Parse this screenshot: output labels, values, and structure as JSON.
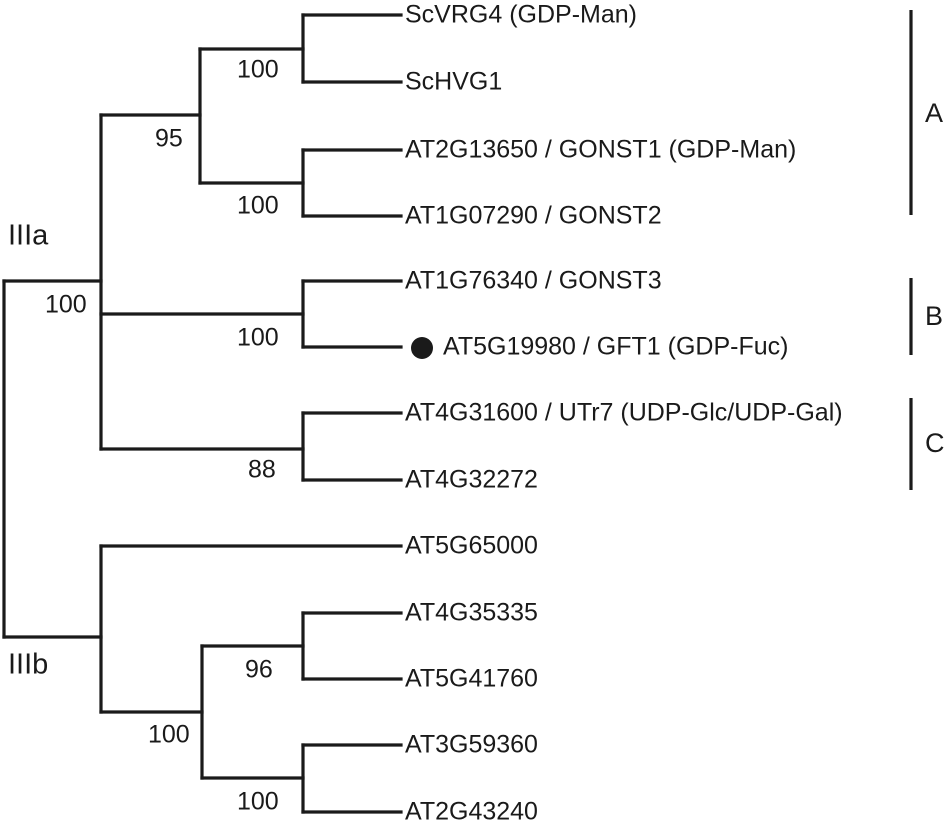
{
  "figure": {
    "type": "phylogenetic-tree",
    "orientation": "left-to-right-cladogram",
    "line_color": "#1a1a1a",
    "background_color": "#ffffff"
  },
  "clades": {
    "upper": {
      "label": "IIIa"
    },
    "lower": {
      "label": "IIIb"
    }
  },
  "groups": [
    {
      "id": "A",
      "label": "A"
    },
    {
      "id": "B",
      "label": "B"
    },
    {
      "id": "C",
      "label": "C"
    }
  ],
  "marker": {
    "shape": "filled-circle",
    "name": "highlight-dot",
    "applies_to": "AT5G19980 / GFT1 (GDP-Fuc)"
  },
  "tips": [
    {
      "id": "t1",
      "label": "ScVRG4 (GDP-Man)",
      "group": "A",
      "marker": false
    },
    {
      "id": "t2",
      "label": "ScHVG1",
      "group": "A",
      "marker": false
    },
    {
      "id": "t3",
      "label": "AT2G13650 / GONST1 (GDP-Man)",
      "group": "A",
      "marker": false
    },
    {
      "id": "t4",
      "label": "AT1G07290 / GONST2",
      "group": "A",
      "marker": false
    },
    {
      "id": "t5",
      "label": "AT1G76340 / GONST3",
      "group": "B",
      "marker": false
    },
    {
      "id": "t6",
      "label": "AT5G19980 / GFT1 (GDP-Fuc)",
      "group": "B",
      "marker": true
    },
    {
      "id": "t7",
      "label": "AT4G31600 / UTr7 (UDP-Glc/UDP-Gal)",
      "group": "C",
      "marker": false
    },
    {
      "id": "t8",
      "label": "AT4G32272",
      "group": "C",
      "marker": false
    },
    {
      "id": "t9",
      "label": "AT5G65000",
      "group": "",
      "marker": false
    },
    {
      "id": "t10",
      "label": "AT4G35335",
      "group": "",
      "marker": false
    },
    {
      "id": "t11",
      "label": "AT5G41760",
      "group": "",
      "marker": false
    },
    {
      "id": "t12",
      "label": "AT3G59360",
      "group": "",
      "marker": false
    },
    {
      "id": "t13",
      "label": "AT2G43240",
      "group": "",
      "marker": false
    }
  ],
  "support_values": [
    {
      "id": "n_sc",
      "value": "100",
      "description": "ScVRG4 + ScHVG1"
    },
    {
      "id": "n_gonst12",
      "value": "100",
      "description": "GONST1 + GONST2"
    },
    {
      "id": "n_groupA",
      "value": "95",
      "description": "group A ancestor"
    },
    {
      "id": "n_groupB",
      "value": "100",
      "description": "GONST3 + GFT1"
    },
    {
      "id": "n_groupC",
      "value": "88",
      "description": "UTr7 + AT4G32272"
    },
    {
      "id": "n_IIIa",
      "value": "100",
      "description": "clade IIIa ancestor"
    },
    {
      "id": "n_lower_sub",
      "value": "96",
      "description": "AT4G35335 + AT5G41760"
    },
    {
      "id": "n_lower_sub2",
      "value": "100",
      "description": "AT3G59360 + AT2G43240"
    },
    {
      "id": "n_IIIb_in",
      "value": "100",
      "description": "clade IIIb inner ancestor"
    }
  ],
  "chart_data": {
    "type": "tree",
    "title": "",
    "newick": "(((((ScVRG4,ScHVG1)100,(AT2G13650,AT1G07290)100)95,((AT1G76340,AT5G19980)100,(AT4G31600,AT4G32272)88))100),(AT5G65000,((AT4G35335,AT5G41760)96,(AT3G59360,AT2G43240)100)100));",
    "leaf_count": 13,
    "support_range": [
      88,
      100
    ]
  }
}
